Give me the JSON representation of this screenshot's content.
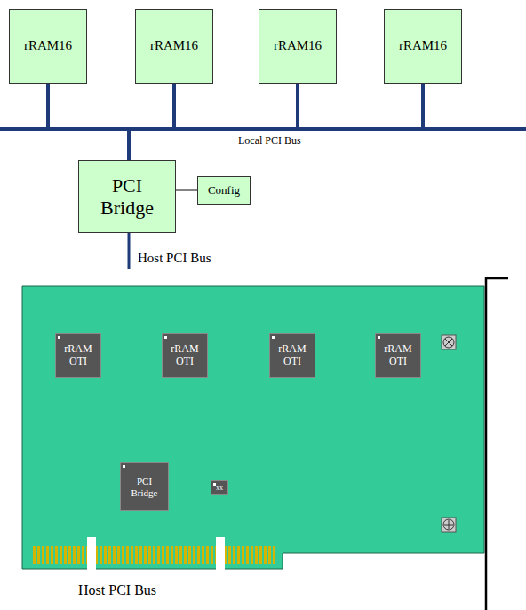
{
  "diagram": {
    "nodes": [
      {
        "text": [
          "rRAM16"
        ]
      },
      {
        "text": [
          "rRAM16"
        ]
      },
      {
        "text": [
          "rRAM16"
        ]
      },
      {
        "text": [
          "rRAM16"
        ]
      },
      {
        "text": [
          "PCI Bridge"
        ]
      },
      {
        "text": [
          "Config"
        ]
      },
      {
        "text": [
          "rRAM OTI"
        ]
      },
      {
        "text": [
          "rRAM OTI"
        ]
      },
      {
        "text": [
          "rRAM OTI"
        ]
      },
      {
        "text": [
          "rRAM OTI"
        ]
      },
      {
        "text": [
          "PCI Bridge"
        ]
      },
      {
        "text": [
          "xx"
        ]
      }
    ],
    "edges": [
      {
        "from": 0,
        "to": 4,
        "arrow": "none"
      },
      {
        "from": 1,
        "to": 4,
        "arrow": "none"
      },
      {
        "from": 2,
        "to": 4,
        "arrow": "none"
      },
      {
        "from": 3,
        "to": 4,
        "arrow": "none"
      },
      {
        "from": 4,
        "to": 5,
        "arrow": "none"
      }
    ],
    "labels": [
      "Local PCI Bus",
      "Host PCI Bus",
      "Host PCI Bus"
    ]
  }
}
